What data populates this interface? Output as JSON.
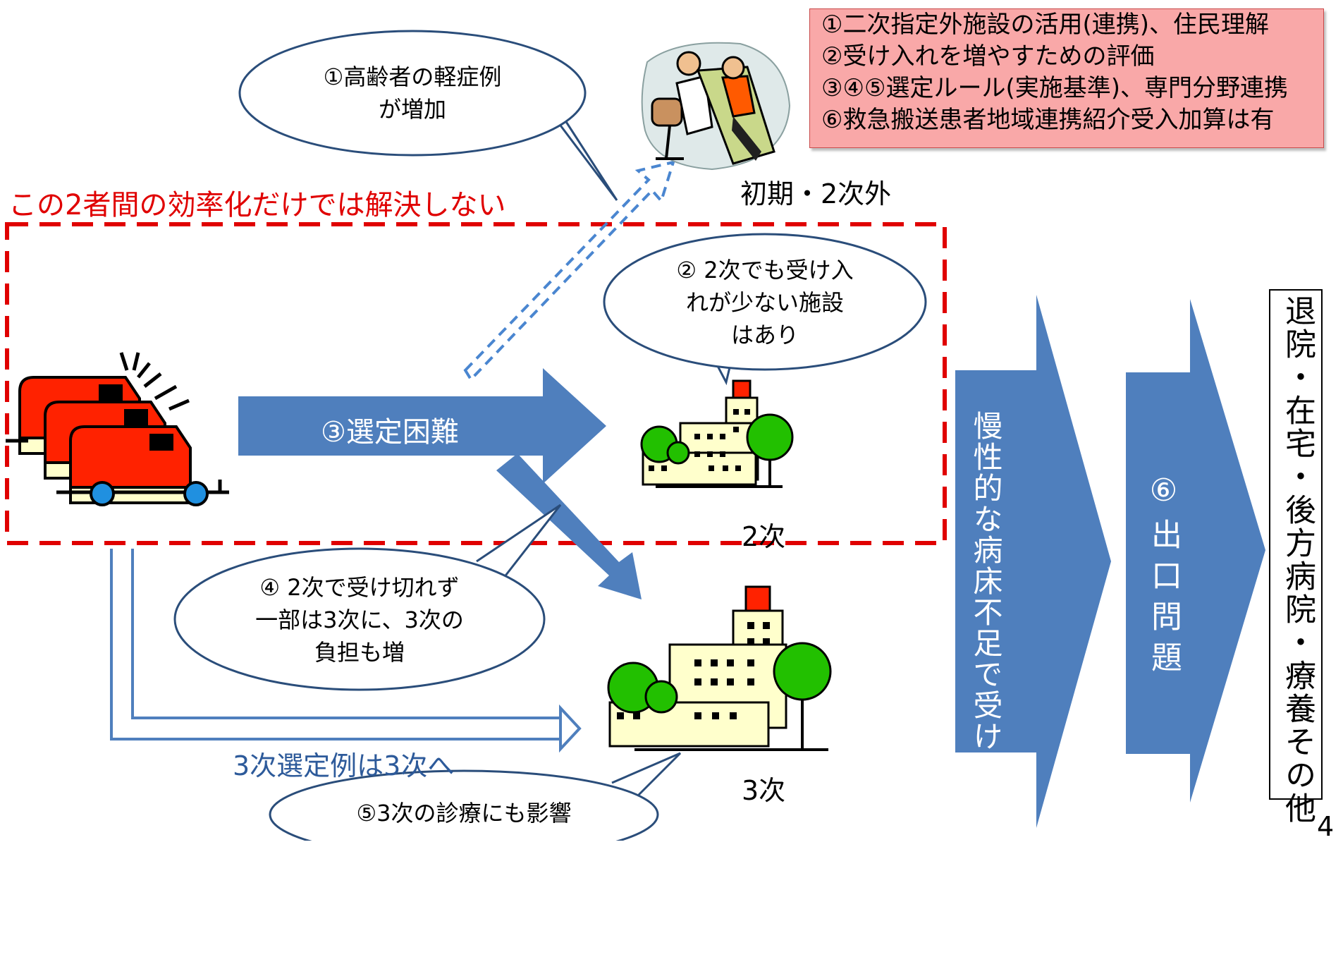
{
  "title": "この2者間の効率化だけでは解決しない",
  "notes": [
    "①二次指定外施設の活用(連携)、住民理解",
    "②受け入れを増やすための評価",
    "③④⑤選定ルール(実施基準)、専門分野連携",
    "⑥救急搬送患者地域連携紹介受入加算は有"
  ],
  "bubbles": {
    "b1": [
      "①高齢者の軽症例",
      "が増加"
    ],
    "b2": [
      "② 2次でも受け入",
      "れが少ない施設",
      "はあり"
    ],
    "b4": [
      "④ 2次で受け切れず",
      "一部は3次に、3次の",
      "負担も増"
    ],
    "b5": "⑤3次の診療にも影響"
  },
  "arrow_labels": {
    "selection": "③選定困難",
    "third_route": "3次選定例は3次へ"
  },
  "facility_labels": {
    "primary": "初期・2次外",
    "secondary": "2次",
    "tertiary": "3次"
  },
  "vertical_arrows": {
    "bed_shortage": [
      "慢性的な病床不足で",
      "受け入れ困難に拍車"
    ],
    "exit": "⑥出口問題"
  },
  "outcome_box": "退院・在宅・後方病院・療養その他",
  "page_number": "4",
  "colors": {
    "arrow_blue": "#4f7fbd",
    "title_red": "#e00000",
    "note_bg": "#f9a8a8",
    "ambulance_red": "#ff2200",
    "tree_green": "#22c000"
  }
}
